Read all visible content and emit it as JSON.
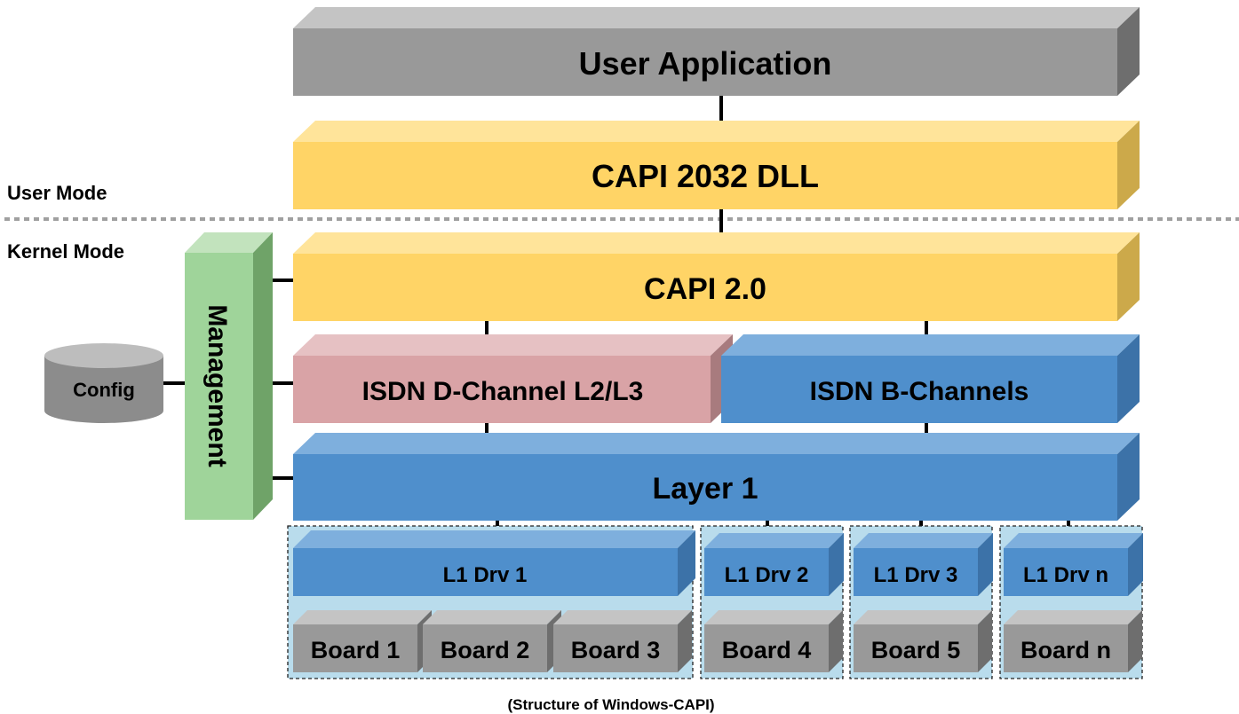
{
  "labels": {
    "user_mode": "User Mode",
    "kernel_mode": "Kernel Mode",
    "caption": "(Structure of Windows-CAPI)"
  },
  "layers": {
    "user_application": "User Application",
    "capi_dll": "CAPI 2032 DLL",
    "capi_20": "CAPI 2.0",
    "isdn_d_channel": "ISDN D-Channel L2/L3",
    "isdn_b_channels": "ISDN B-Channels",
    "layer1": "Layer 1",
    "management": "Management",
    "config": "Config"
  },
  "drivers": [
    "L1 Drv 1",
    "L1 Drv 2",
    "L1 Drv 3",
    "L1 Drv n"
  ],
  "boards": [
    "Board 1",
    "Board 2",
    "Board 3",
    "Board 4",
    "Board 5",
    "Board n"
  ],
  "colors": {
    "gray": "#999999",
    "yellow": "#ffd466",
    "pink": "#d9a3a6",
    "blue": "#4f8fcc",
    "green": "#9fd49a",
    "group_fill": "#b9dcec"
  }
}
